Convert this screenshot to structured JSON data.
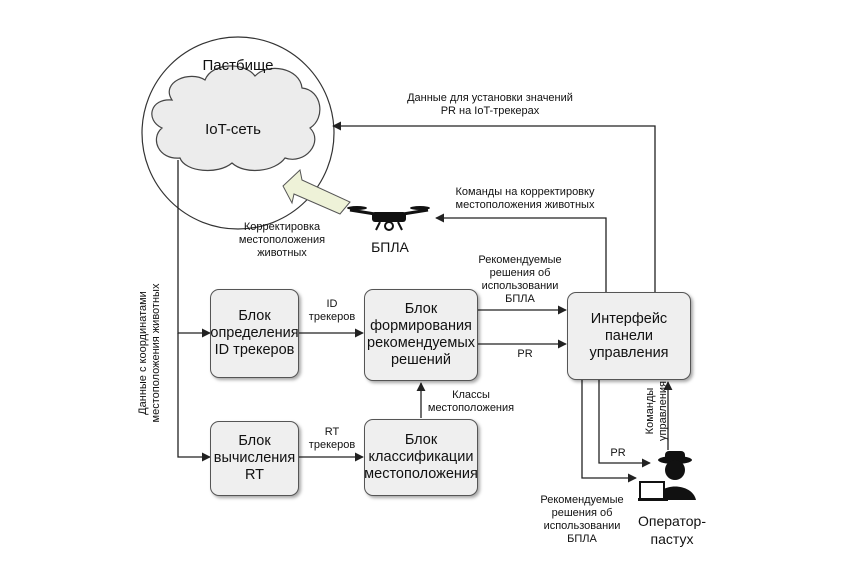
{
  "nodes": {
    "pasture": "Пастбище",
    "iot": "IoT-сеть",
    "uav": "БПЛА",
    "id_block": "Блок\nопределения\nID трекеров",
    "rt_block": "Блок\nвычисления\nRT",
    "rec_block": "Блок\nформирования\nрекомендуемых\nрешений",
    "class_block": "Блок\nклассификации\nместоположения",
    "panel": "Интерфейс\nпанели\nуправления",
    "operator": "Оператор-\nпастух"
  },
  "edges": {
    "pr_settings": "Данные для установки значений\nPR на IoT-трекерах",
    "commands_correct": "Команды на корректировку\nместоположения животных",
    "correction": "Корректировка\nместоположения\nживотных",
    "coords": "Данные с координатами\nместоположения животных",
    "id_trackers": "ID\nтрекеров",
    "rt_trackers": "RT\nтрекеров",
    "recommended_uav": "Рекомендуемые\nрешения об\nиспользовании\nБПЛА",
    "pr_right": "PR",
    "classes": "Классы\nместоположения",
    "pr_bottom": "PR",
    "control_commands": "Команды\nуправления",
    "recommended_uav_bottom": "Рекомендуемые\nрешения об\nиспользовании\nБПЛА"
  },
  "colors": {
    "box_fill": "#efefef",
    "line": "#222222",
    "arrow_fill": "#eef2d8"
  },
  "icons": [
    "cloud-icon",
    "drone-icon",
    "operator-icon"
  ]
}
